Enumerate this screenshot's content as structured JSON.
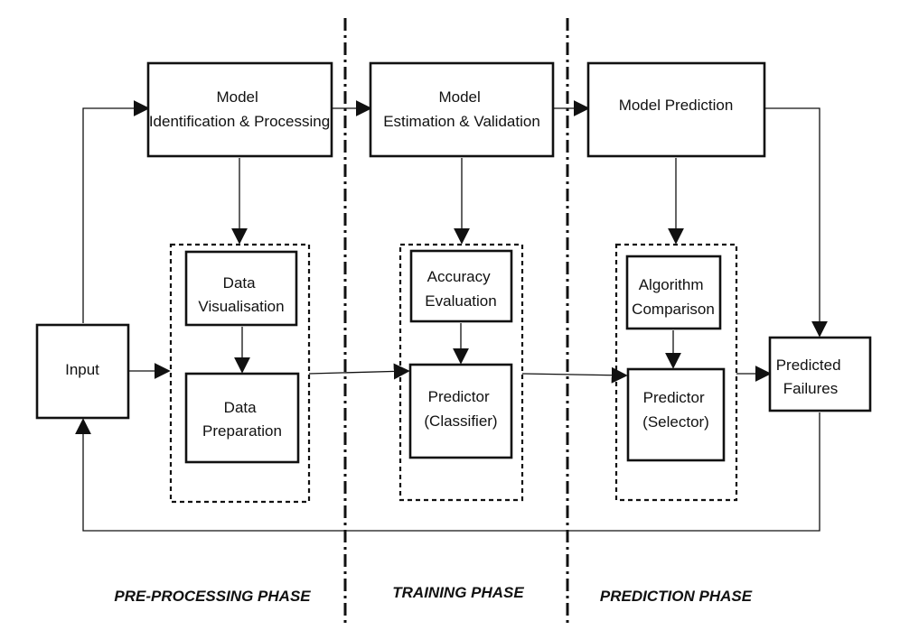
{
  "nodes": {
    "input": {
      "lines": [
        "Input"
      ]
    },
    "model_identification": {
      "lines": [
        "Model",
        "Identification & Processing"
      ]
    },
    "model_estimation": {
      "lines": [
        "Model",
        "Estimation & Validation"
      ]
    },
    "model_prediction": {
      "lines": [
        "Model Prediction"
      ]
    },
    "data_visualisation": {
      "lines": [
        "Data",
        "Visualisation"
      ]
    },
    "data_preparation": {
      "lines": [
        "Data",
        "Preparation"
      ]
    },
    "accuracy_evaluation": {
      "lines": [
        "Accuracy",
        "Evaluation"
      ]
    },
    "predictor_classifier": {
      "lines": [
        "Predictor",
        "(Classifier)"
      ]
    },
    "algorithm_comparison": {
      "lines": [
        "Algorithm",
        "Comparison"
      ]
    },
    "predictor_selector": {
      "lines": [
        "Predictor",
        "(Selector)"
      ]
    },
    "predicted_failures": {
      "lines": [
        "Predicted",
        "Failures"
      ]
    }
  },
  "phases": {
    "preprocessing": "PRE-PROCESSING PHASE",
    "training": "TRAINING PHASE",
    "prediction": "PREDICTION PHASE"
  },
  "colors": {
    "stroke": "#111111",
    "background": "#ffffff"
  }
}
